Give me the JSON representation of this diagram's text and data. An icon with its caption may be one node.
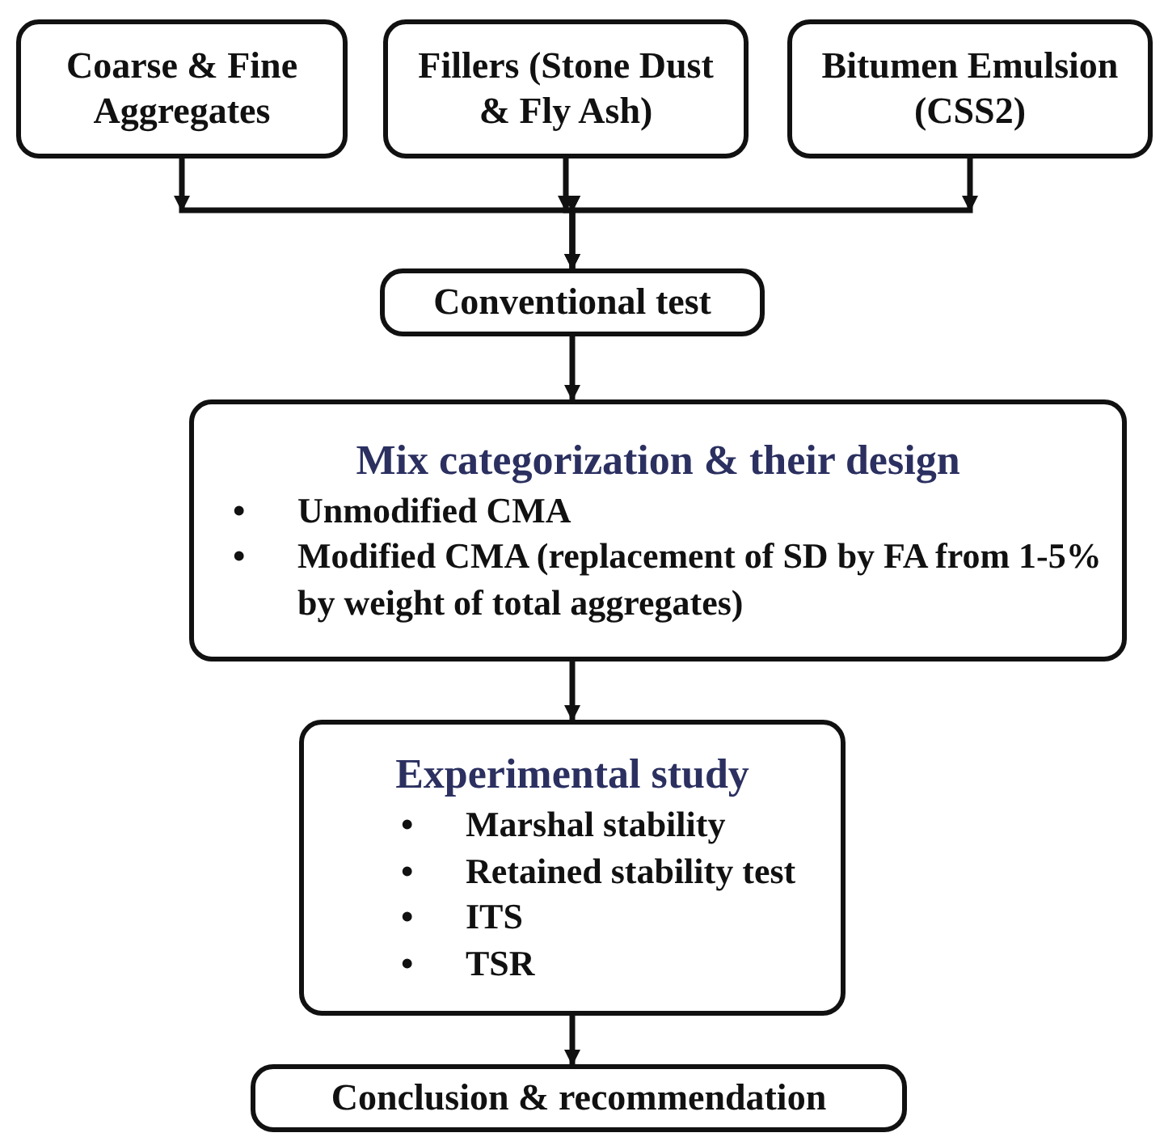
{
  "diagram": {
    "nodes": [
      {
        "text": [
          "Coarse & Fine Aggregates"
        ]
      },
      {
        "text": [
          "Fillers (Stone Dust & Fly Ash)"
        ]
      },
      {
        "text": [
          "Bitumen Emulsion (CSS2)"
        ]
      },
      {
        "text": [
          "Conventional test"
        ]
      },
      {
        "text": [
          "Mix categorization & their design",
          "Unmodified CMA",
          "Modified CMA (replacement of SD by FA from 1-5% by weight of total aggregates)"
        ]
      },
      {
        "text": [
          "Experimental study",
          "Marshal stability",
          "Retained stability test",
          "ITS",
          "TSR"
        ]
      },
      {
        "text": [
          "Conclusion & recommendation"
        ]
      }
    ],
    "edges": [
      {
        "from": 0,
        "to": 3,
        "arrow": "to"
      },
      {
        "from": 1,
        "to": 3,
        "arrow": "to"
      },
      {
        "from": 2,
        "to": 3,
        "arrow": "to"
      },
      {
        "from": 3,
        "to": 4,
        "arrow": "to"
      },
      {
        "from": 4,
        "to": 5,
        "arrow": "to"
      },
      {
        "from": 5,
        "to": 6,
        "arrow": "to"
      }
    ],
    "labels": [
      "•",
      "•",
      "•",
      "•",
      "•",
      "•"
    ]
  }
}
